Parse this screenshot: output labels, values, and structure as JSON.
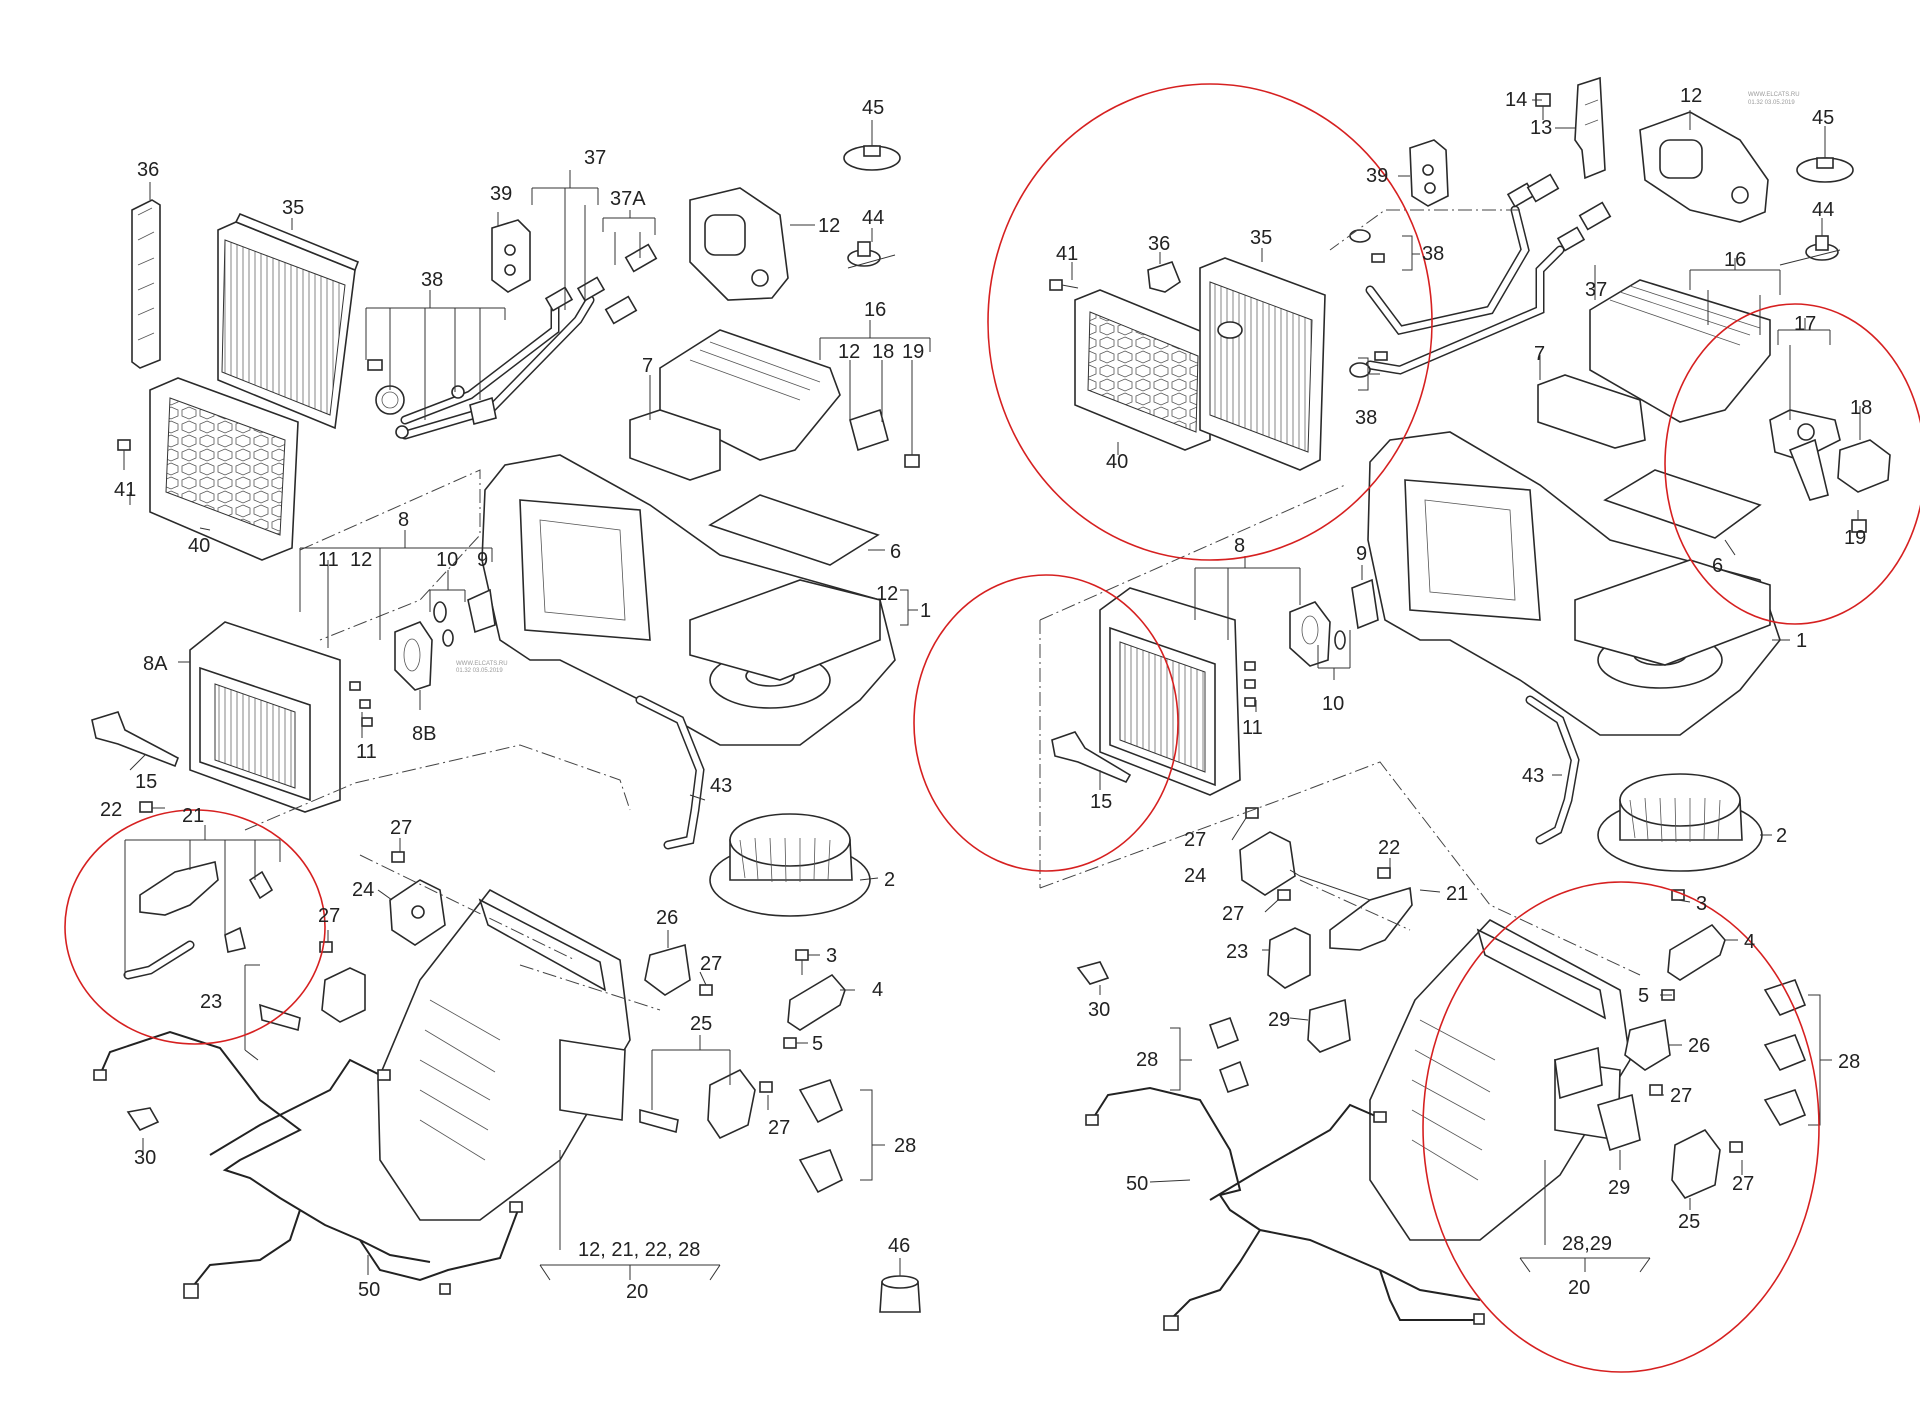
{
  "watermark": {
    "left_line1": "WWW.ELCATS.RU",
    "left_line2": "01.32 03.05.2019",
    "right_line1": "WWW.ELCATS.RU",
    "right_line2": "01.32 03.05.2019"
  },
  "colors": {
    "line": "#2a2a2a",
    "highlight_ring": "#d62020",
    "background": "#ffffff"
  },
  "left_labels": {
    "l36": "36",
    "l35": "35",
    "l37": "37",
    "l39": "39",
    "l37a": "37A",
    "l12a": "12",
    "l45": "45",
    "l44": "44",
    "l38": "38",
    "l16": "16",
    "l7": "7",
    "l12b": "12",
    "l18": "18",
    "l19": "19",
    "l41": "41",
    "l40": "40",
    "l6": "6",
    "l8": "8",
    "l11a": "11",
    "l12c": "12",
    "l10": "10",
    "l9": "9",
    "l12d": "12",
    "l1": "1",
    "l8a": "8A",
    "l8b": "8B",
    "l11b": "11",
    "l15": "15",
    "l22": "22",
    "l21": "21",
    "l43": "43",
    "l27a": "27",
    "l24": "24",
    "l2": "2",
    "l27b": "27",
    "l26": "26",
    "l3": "3",
    "l23": "23",
    "l27c": "27",
    "l4": "4",
    "l25": "25",
    "l5": "5",
    "l27d": "27",
    "l30": "30",
    "l28": "28",
    "l46": "46",
    "l1221": "12, 21, 22, 28",
    "l50": "50",
    "l20": "20"
  },
  "right_labels": {
    "r14": "14",
    "r13": "13",
    "r12": "12",
    "r45": "45",
    "r39": "39",
    "r41": "41",
    "r36": "36",
    "r35": "35",
    "r38a": "38",
    "r44": "44",
    "r16": "16",
    "r37": "37",
    "r17": "17",
    "r7": "7",
    "r18": "18",
    "r38b": "38",
    "r40": "40",
    "r19": "19",
    "r6": "6",
    "r8": "8",
    "r9": "9",
    "r1": "1",
    "r10": "10",
    "r11": "11",
    "r43": "43",
    "r15": "15",
    "r2": "2",
    "r27a": "27",
    "r22": "22",
    "r24": "24",
    "r21": "21",
    "r27b": "27",
    "r3": "3",
    "r23": "23",
    "r4": "4",
    "r5": "5",
    "r30": "30",
    "r29a": "29",
    "r26": "26",
    "r28a": "28",
    "r28b": "28",
    "r27c": "27",
    "r29b": "29",
    "r27d": "27",
    "r25": "25",
    "r50": "50",
    "r2829": "28,29",
    "r20": "20"
  }
}
